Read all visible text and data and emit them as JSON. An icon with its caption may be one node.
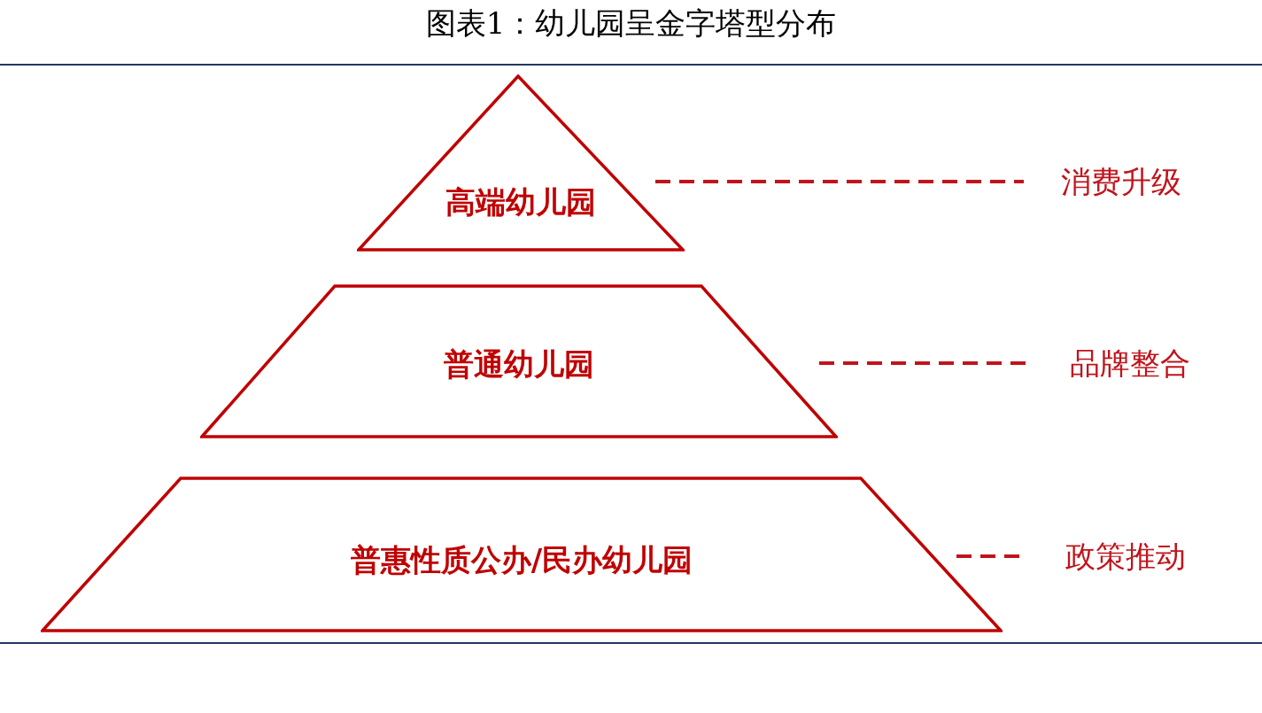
{
  "diagram": {
    "title": "图表1：幼儿园呈金字塔型分布",
    "nodes": [
      {
        "text": [
          "高端幼儿园"
        ]
      },
      {
        "text": [
          "普通幼儿园"
        ]
      },
      {
        "text": [
          "普惠性质公办/民办幼儿园"
        ]
      },
      {
        "text": [
          "消费升级"
        ]
      },
      {
        "text": [
          "品牌整合"
        ]
      },
      {
        "text": [
          "政策推动"
        ]
      }
    ],
    "edges": [
      {
        "from": 0,
        "to": 3,
        "arrow": "none",
        "style": "dashed"
      },
      {
        "from": 1,
        "to": 4,
        "arrow": "none",
        "style": "dashed"
      },
      {
        "from": 2,
        "to": 5,
        "arrow": "none",
        "style": "dashed"
      }
    ]
  }
}
